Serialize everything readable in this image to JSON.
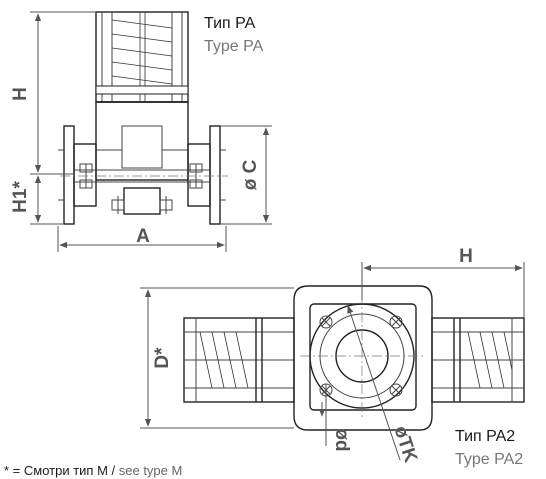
{
  "type_pa": {
    "label_ru": "Тип PA",
    "label_en": "Type PA"
  },
  "type_pa2": {
    "label_ru": "Тип PA2",
    "label_en": "Type PA2"
  },
  "dimensions": {
    "H": "H",
    "H1": "H1*",
    "A": "A",
    "C": "ø C",
    "H2": "H",
    "D": "D*",
    "d": "ød",
    "TK": "øTK"
  },
  "footnote": {
    "prefix": "* = ",
    "ru": "Смотри тип M",
    "sep": " / ",
    "en": "see type M"
  }
}
